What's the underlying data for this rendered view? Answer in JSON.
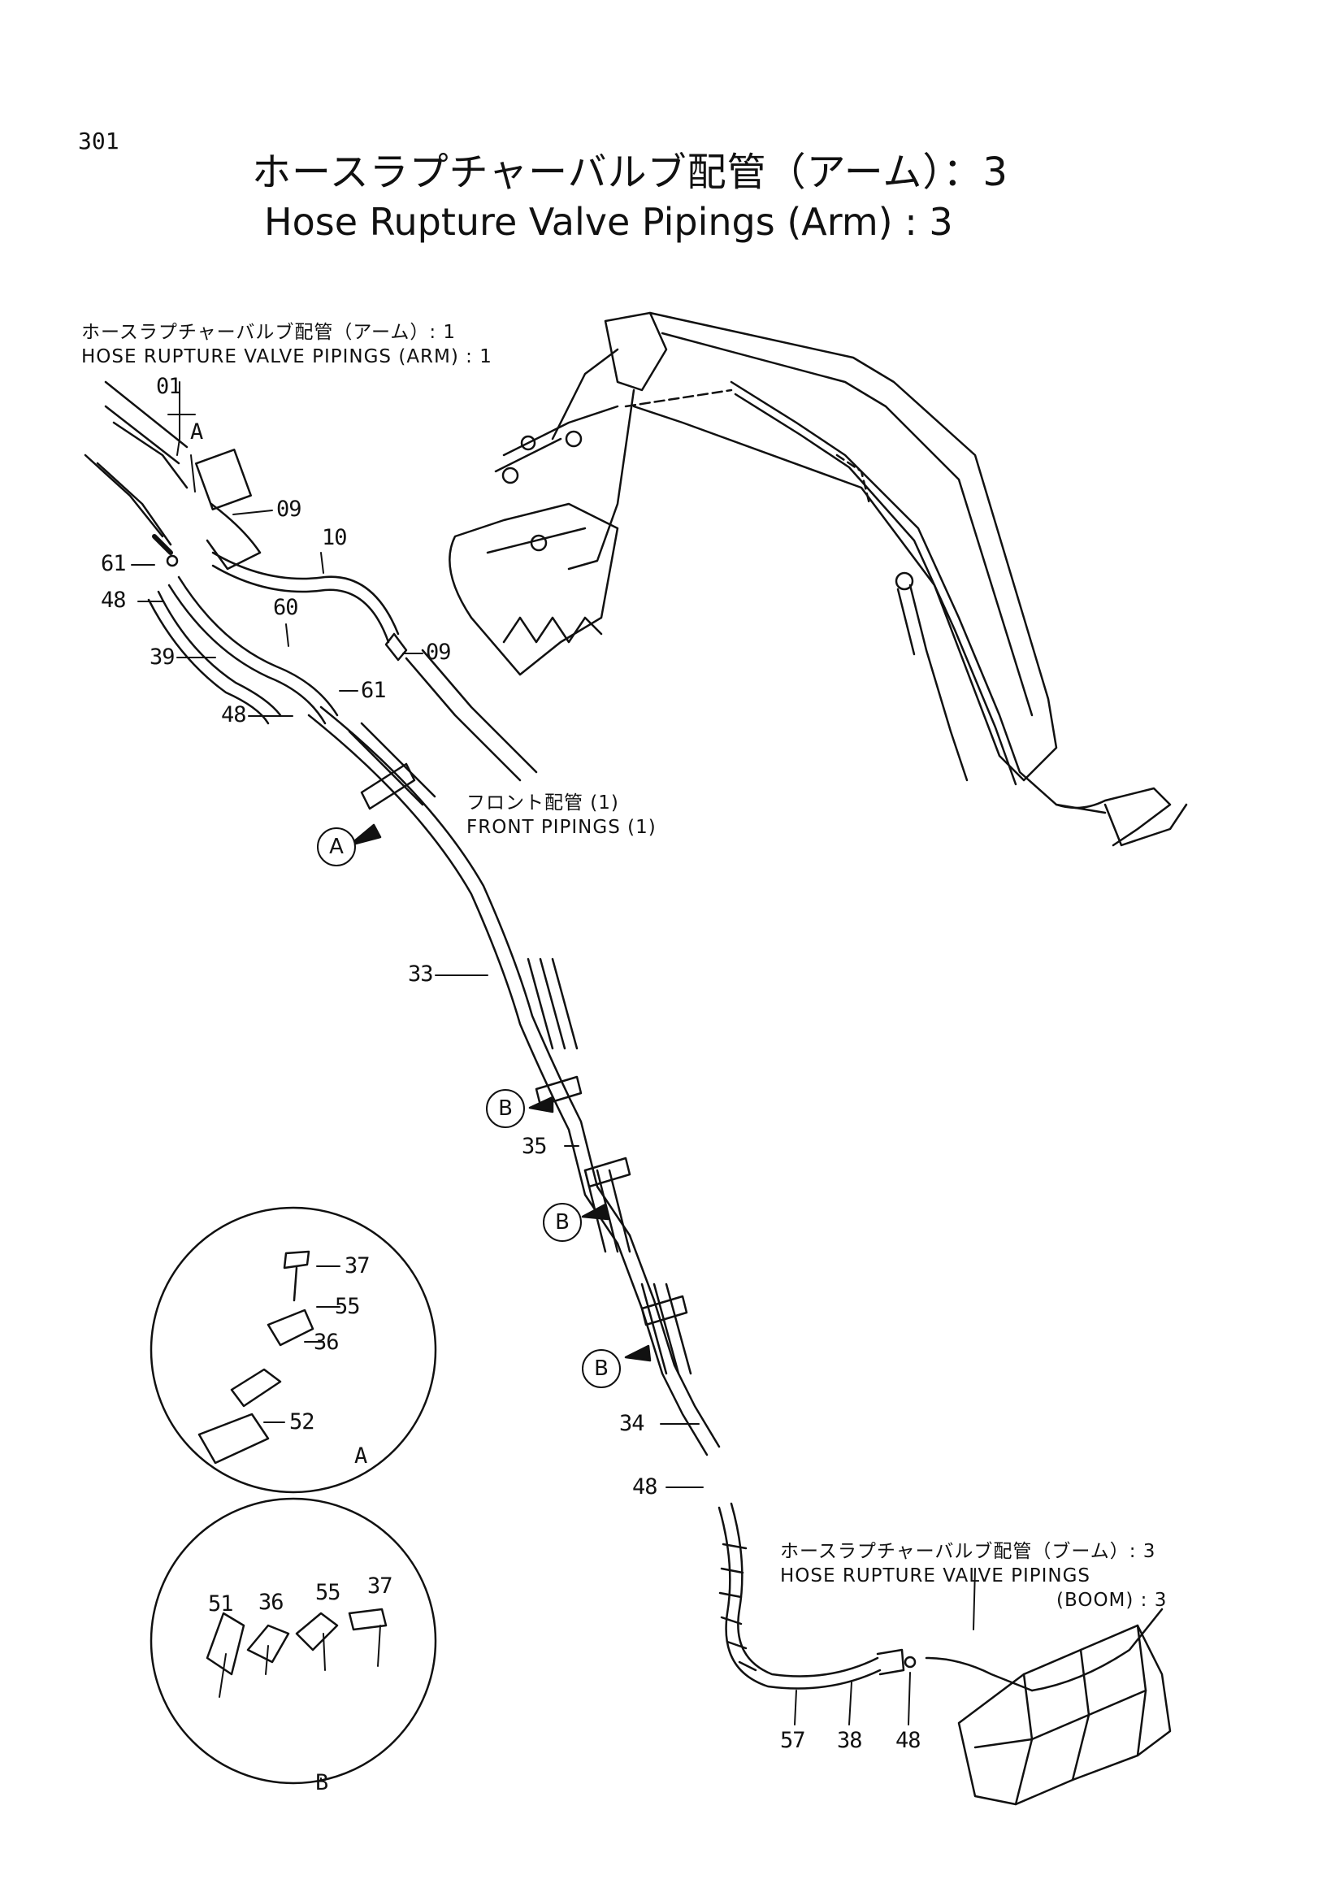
{
  "page_number": "301",
  "title": {
    "jp": "ホースラプチャーバルブ配管（アーム）：3",
    "en": "Hose Rupture Valve Pipings (Arm) : 3"
  },
  "references": {
    "arm1_jp": "ホースラプチャーバルブ配管（アーム）: 1",
    "arm1_en": "HOSE RUPTURE VALVE PIPINGS (ARM) : 1",
    "front_jp": "フロント配管 (1)",
    "front_en": "FRONT PIPINGS (1)",
    "boom_jp": "ホースラプチャーバルブ配管（ブーム）: 3",
    "boom_en1": "HOSE RUPTURE VALVE PIPINGS",
    "boom_en2": "(BOOM) : 3"
  },
  "part_labels": {
    "p01": "01",
    "pA_top": "A",
    "p09a": "09",
    "p10": "10",
    "p61a": "61",
    "p48a": "48",
    "p39": "39",
    "p60": "60",
    "p09b": "09",
    "p61b": "61",
    "p48b": "48",
    "p33": "33",
    "p35": "35",
    "p34": "34",
    "p48c": "48",
    "p57": "57",
    "p38": "38",
    "p48d": "48",
    "dA_37": "37",
    "dA_55": "55",
    "dA_36": "36",
    "dA_52": "52",
    "dA_name": "A",
    "dB_51": "51",
    "dB_36": "36",
    "dB_55": "55",
    "dB_37": "37",
    "dB_name": "B"
  },
  "callouts": {
    "a": "A",
    "b1": "B",
    "b2": "B",
    "b3": "B"
  }
}
